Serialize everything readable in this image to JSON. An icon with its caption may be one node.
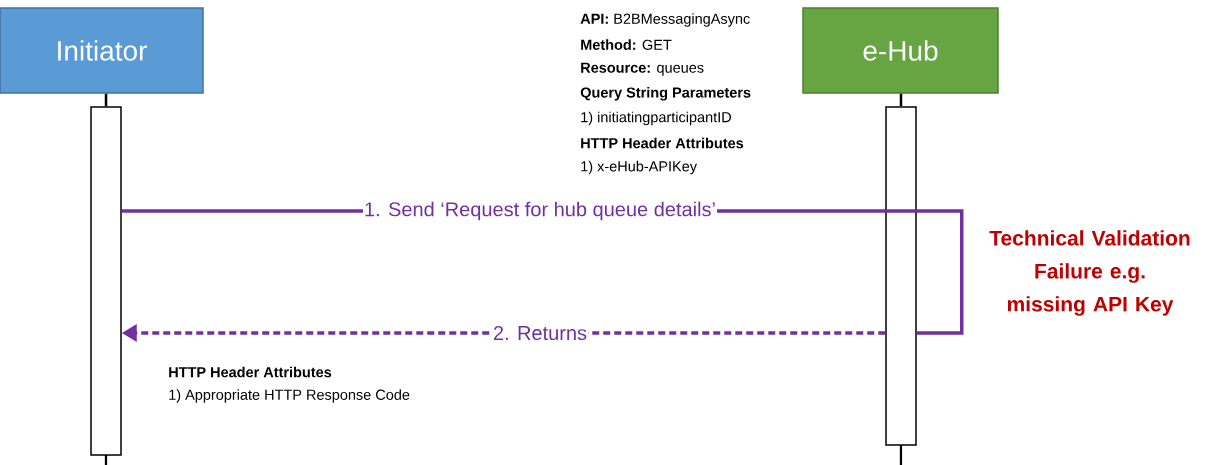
{
  "diagram": {
    "nodes": [
      {
        "text": [
          "Initiator"
        ]
      },
      {
        "text": [
          "e-Hub"
        ]
      },
      {
        "text": [],
        "shape": "bar"
      },
      {
        "text": [],
        "shape": "bar"
      }
    ],
    "edges": [
      {
        "from": 2,
        "to": 3,
        "arrow": "none",
        "color": "#7030a0",
        "label": "1. Send ‘Request for hub queue details’"
      },
      {
        "from": 3,
        "to": 2,
        "arrow": "to",
        "style": "dashed",
        "color": "#7030a0",
        "label": "2. Returns"
      },
      {
        "from": 0,
        "to": 2,
        "arrow": "none",
        "color": "#000000"
      },
      {
        "from": 1,
        "to": 3,
        "arrow": "none",
        "color": "#000000"
      }
    ],
    "labels": [
      "**API:** B2BMessagingAsync",
      "**Method:** GET",
      "**Resource:** queues",
      "Query String Parameters",
      "1) initiatingparticipantID",
      "HTTP Header Attributes",
      "1) x-eHub-APIKey",
      "Technical Validation Failure e.g. missing API Key",
      "HTTP Header Attributes",
      "1) Appropriate HTTP Response Code"
    ]
  }
}
